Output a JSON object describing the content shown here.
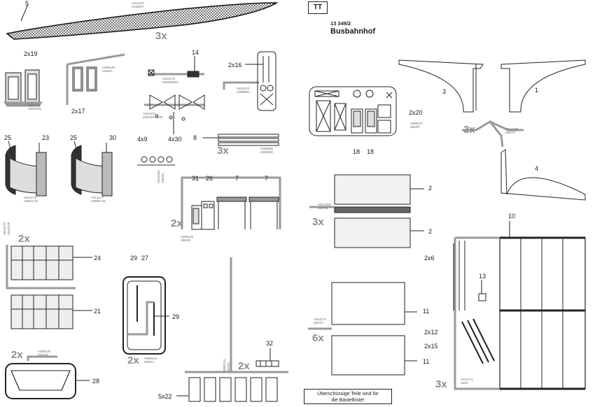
{
  "header": {
    "badge": "TT",
    "set_number": "13 349/2",
    "title": "Busbahnhof"
  },
  "note": {
    "line1": "Überschüssige Teile sind für",
    "line2": "die Bastelkiste!"
  },
  "quantities": {
    "roof_top": "3x",
    "strip_8": "3x",
    "window_31": "2x",
    "panel_24": "2x",
    "frame_29": "2x",
    "frame_28": "2x",
    "part_32": "2x",
    "bracket_3": "3x",
    "panel_2": "3x",
    "panel_11": "6x",
    "fence_10": "3x"
  },
  "part_labels": {
    "p5": "5",
    "p2x19": "2x19",
    "p2x17": "2x17",
    "p14": "14",
    "p2x16": "2x16",
    "p25a": "25",
    "p23": "23",
    "p25b": "25",
    "p30": "30",
    "p4x9": "4x9",
    "p4x30": "4x30",
    "p8": "8",
    "p31": "31",
    "p26": "26",
    "p7a": "7",
    "p7b": "7",
    "p24": "24",
    "p21": "21",
    "p29a": "29",
    "p27": "27",
    "p29b": "29",
    "p28": "28",
    "p5x22": "5x22",
    "p32": "32",
    "p3": "3",
    "p1": "1",
    "p4": "4",
    "p2x20": "2x20",
    "p18a": "18",
    "p18b": "18",
    "p2a": "2",
    "p2b": "2",
    "p11a": "11",
    "p11b": "11",
    "p10": "10",
    "p2x6": "2x6",
    "p13": "13",
    "p2x12": "2x12",
    "p2x15": "2x15"
  },
  "sprue_codes": {
    "c1a": "A014187",
    "c1b": "2248/3/7",
    "c2a": "A007792",
    "c2b": "2262/195",
    "c3a": "A009149",
    "c3b": "2252/H",
    "c4a": "A014172",
    "c4b": "2262/200/A",
    "c5a": "A014473",
    "c5b": "2262/197/6-01",
    "c6a": "A014270",
    "c6b": "2285/B/C",
    "c7a": "A014178",
    "c7b": "2468/1-01",
    "c8a": "A014177",
    "c8b": "2468/H-01",
    "c9a": "A014186",
    "c9b": "2562/G",
    "c10a": "A008290",
    "c10b": "2285/B/C",
    "c11a": "A009145",
    "c11b": "2552/D",
    "c12a": "A014175",
    "c12b": "2552/D/F",
    "c13a": "A009134",
    "c13b": "2550/A",
    "c14a": "A009138",
    "c14b": "2551/B",
    "c15a": "A009144",
    "c15b": "2552/C",
    "c16a": "A014168",
    "c16b": "2627/A",
    "c17a": "A009147",
    "c17b": "2552/F",
    "c18a": "A014169",
    "c18b": "2627/B",
    "c19a": "A014174",
    "c19b": "2627/C",
    "c20a": "A014171",
    "c20b": "2628"
  },
  "colors": {
    "ink": "#222222",
    "sprue": "#9a9a9a",
    "qty": "#8c8c8c"
  }
}
